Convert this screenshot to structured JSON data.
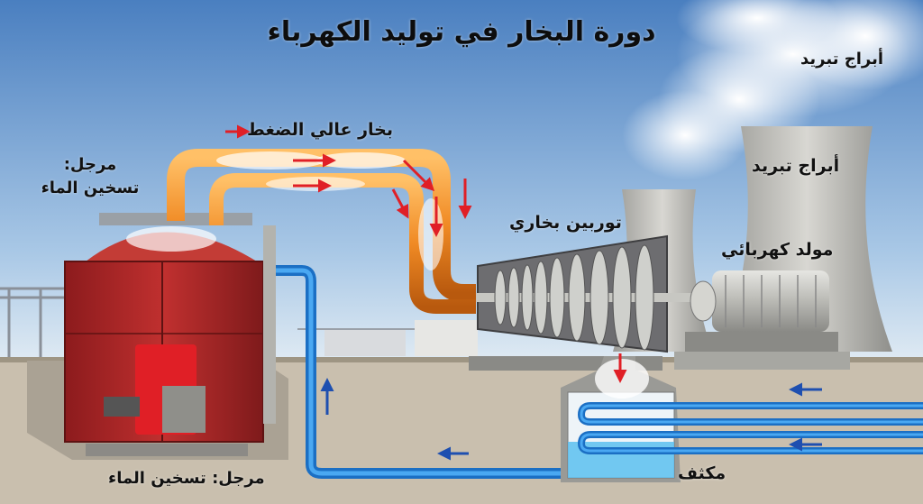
{
  "title": "دورة البخار في توليد الكهرباء",
  "labels": {
    "steam": "بخار عالي الضغط",
    "boiler_top": "مرجل:\nتسخين الماء",
    "boiler_top_line1": "مرجل:",
    "boiler_top_line2": "تسخين الماء",
    "boiler_bottom": "مرجل: تسخين الماء",
    "turbine": "توربين بخاري",
    "generator": "مولد كهربائي",
    "tower_top": "أبراج تبريد",
    "tower_mid": "أبراج تبريد",
    "condenser": "مكثف"
  },
  "colors": {
    "sky_top": "#4f86c6",
    "sky_bottom": "#d6e6f2",
    "ground": "#c9bfae",
    "steam_pipe": "#f08a24",
    "water_pipe": "#2f8fe6",
    "boiler": "#b7282a",
    "burner": "#e01f26",
    "arrow_red": "#e01f26",
    "arrow_blue": "#1e4fb0",
    "condenser_water": "#5bc0f0"
  }
}
